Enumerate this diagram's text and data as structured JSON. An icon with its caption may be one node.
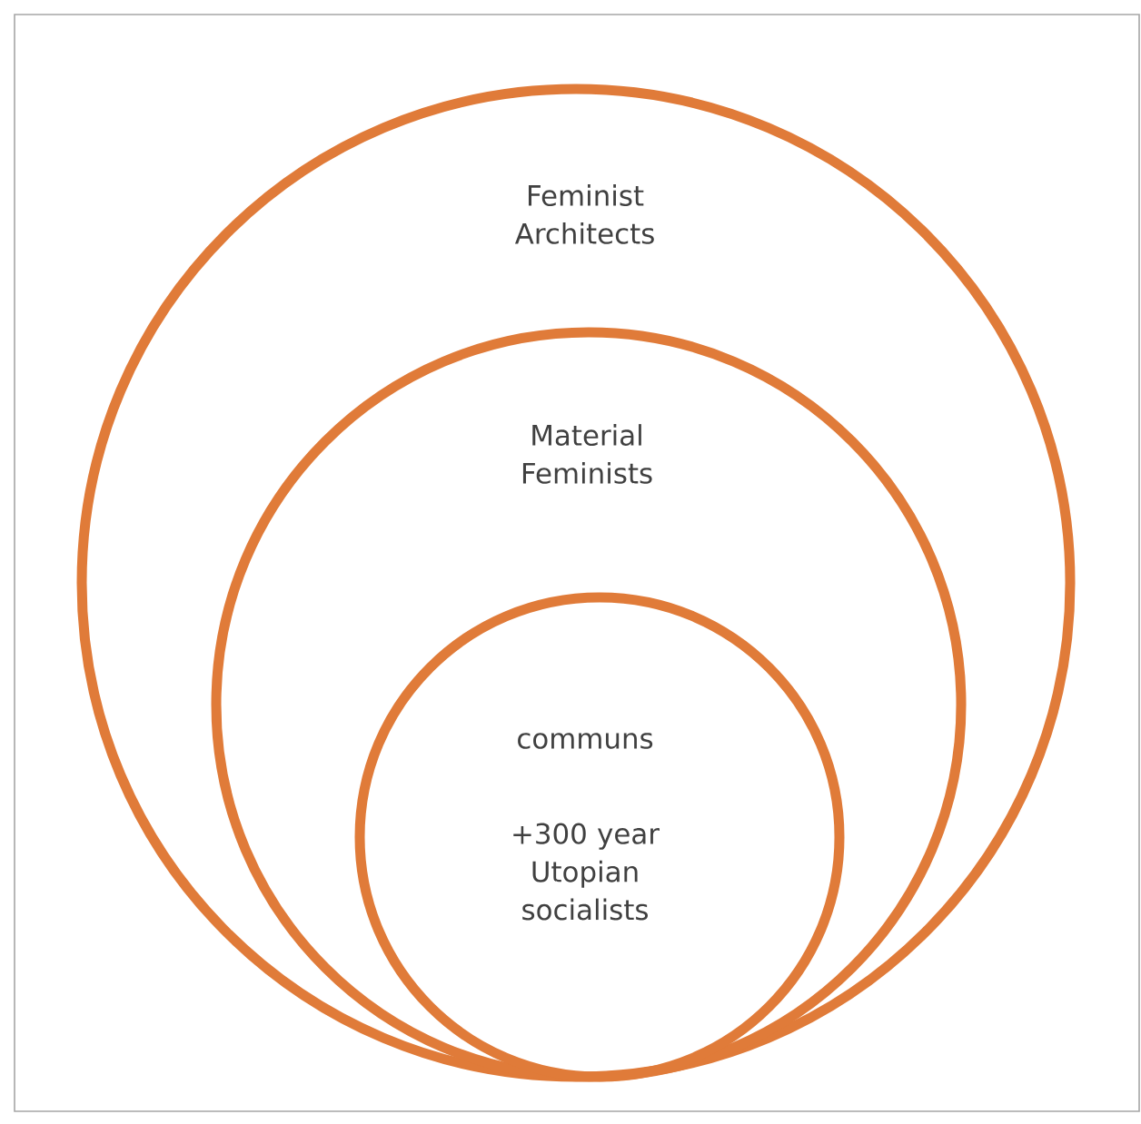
{
  "diagram": {
    "nodes": [
      {
        "text": [
          "Feminist Architects"
        ]
      },
      {
        "text": [
          "Material Feminists"
        ],
        "in": 0
      },
      {
        "text": [
          "communs",
          "+300 year Utopian socialists"
        ],
        "in": 1
      }
    ]
  }
}
